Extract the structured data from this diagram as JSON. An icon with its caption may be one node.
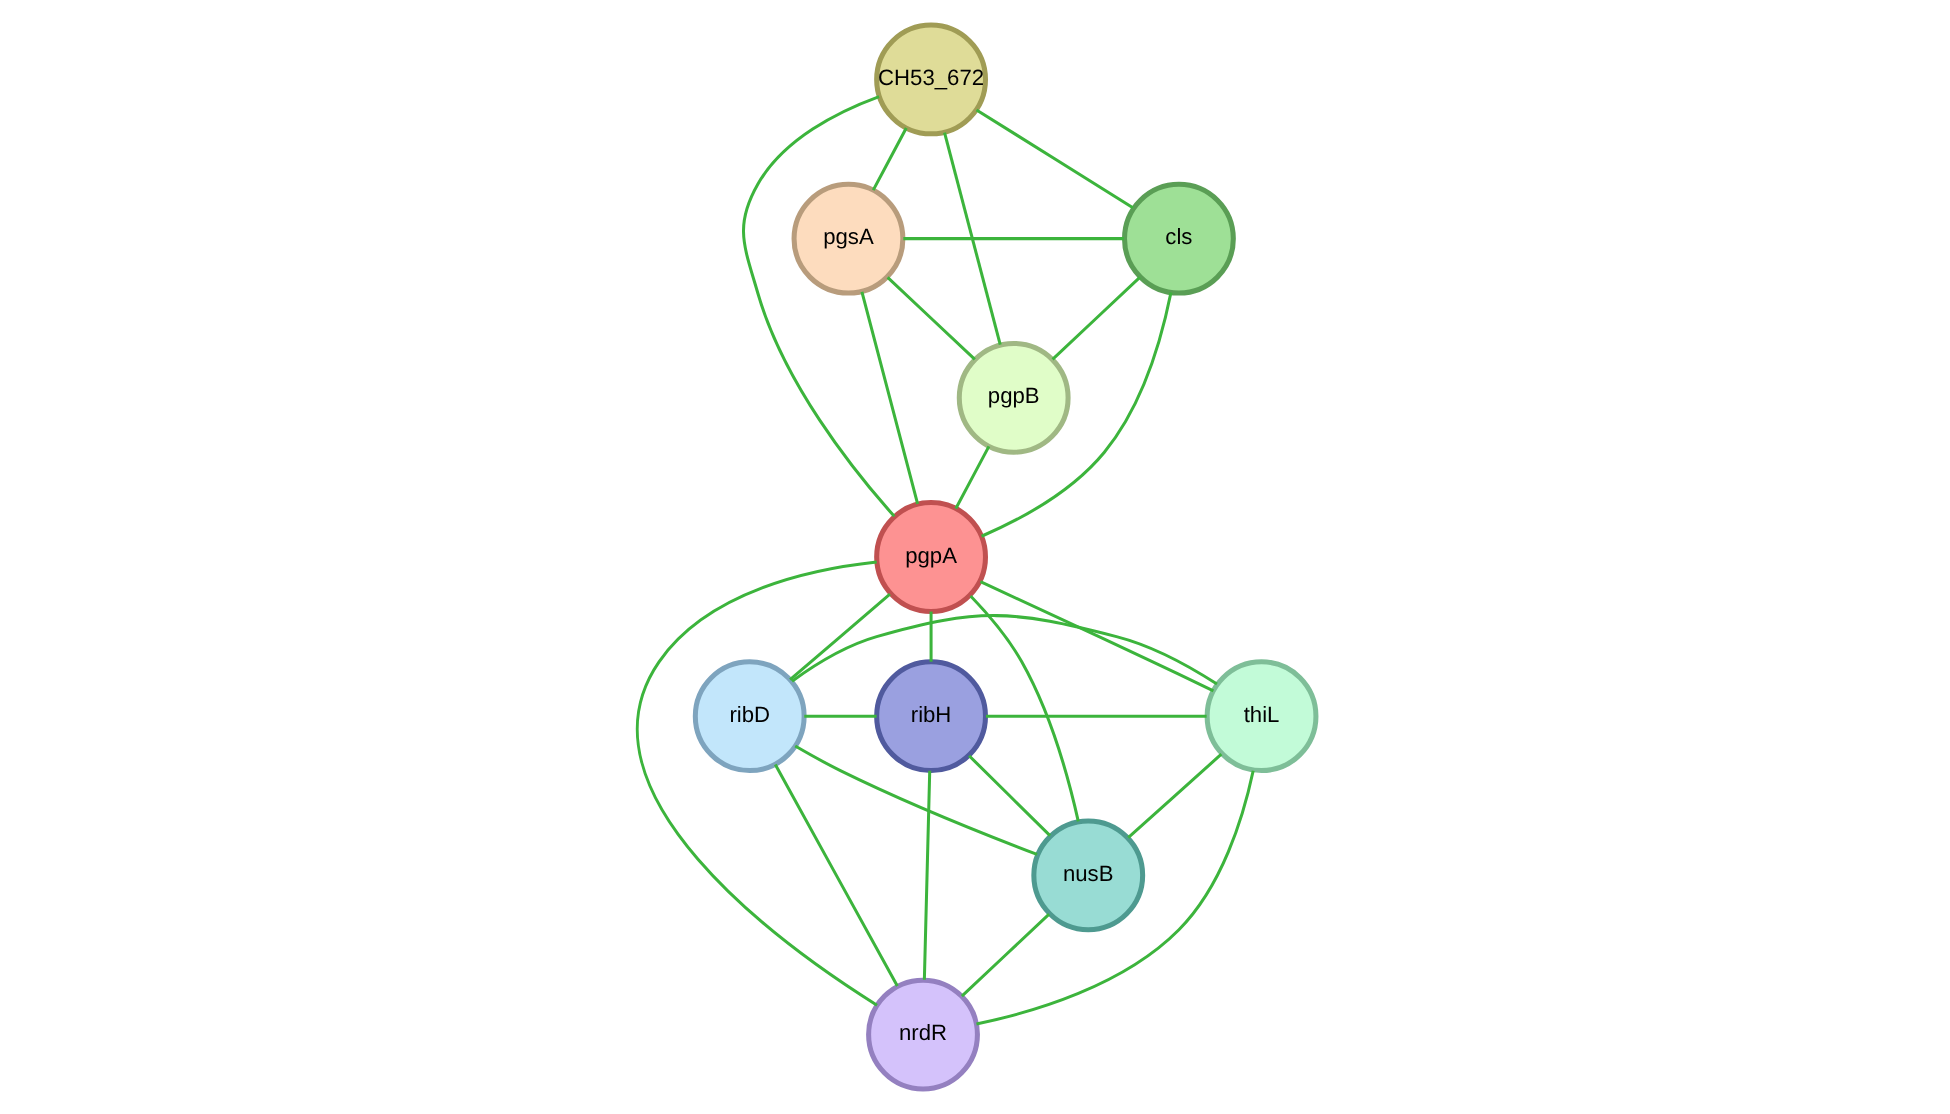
{
  "diagram": {
    "nodes": [
      {
        "text": [
          "CH53_672"
        ]
      },
      {
        "text": [
          "pgsA"
        ]
      },
      {
        "text": [
          "cls"
        ]
      },
      {
        "text": [
          "pgpB"
        ]
      },
      {
        "text": [
          "pgpA"
        ]
      },
      {
        "text": [
          "ribD"
        ]
      },
      {
        "text": [
          "ribH"
        ]
      },
      {
        "text": [
          "thiL"
        ]
      },
      {
        "text": [
          "nusB"
        ]
      },
      {
        "text": [
          "nrdR"
        ]
      }
    ],
    "edges": [
      {
        "from": 1,
        "to": 0,
        "arrow": "none"
      },
      {
        "from": 1,
        "to": 2,
        "arrow": "none"
      },
      {
        "from": 1,
        "to": 3,
        "arrow": "none"
      },
      {
        "from": 1,
        "to": 4,
        "arrow": "none"
      },
      {
        "from": 0,
        "to": 3,
        "arrow": "none"
      },
      {
        "from": 0,
        "to": 2,
        "arrow": "none"
      },
      {
        "from": 0,
        "to": 4,
        "arrow": "none"
      },
      {
        "from": 3,
        "to": 2,
        "arrow": "none"
      },
      {
        "from": 3,
        "to": 4,
        "arrow": "none"
      },
      {
        "from": 2,
        "to": 4,
        "arrow": "none"
      },
      {
        "from": 4,
        "to": 5,
        "arrow": "none"
      },
      {
        "from": 4,
        "to": 6,
        "arrow": "none"
      },
      {
        "from": 4,
        "to": 7,
        "arrow": "none"
      },
      {
        "from": 4,
        "to": 8,
        "arrow": "none"
      },
      {
        "from": 4,
        "to": 9,
        "arrow": "none"
      },
      {
        "from": 5,
        "to": 6,
        "arrow": "none"
      },
      {
        "from": 5,
        "to": 7,
        "arrow": "none"
      },
      {
        "from": 5,
        "to": 8,
        "arrow": "none"
      },
      {
        "from": 5,
        "to": 9,
        "arrow": "none"
      },
      {
        "from": 6,
        "to": 7,
        "arrow": "none"
      },
      {
        "from": 6,
        "to": 8,
        "arrow": "none"
      },
      {
        "from": 6,
        "to": 9,
        "arrow": "none"
      },
      {
        "from": 7,
        "to": 8,
        "arrow": "none"
      },
      {
        "from": 7,
        "to": 9,
        "arrow": "none"
      },
      {
        "from": 8,
        "to": 9,
        "arrow": "none"
      }
    ]
  }
}
